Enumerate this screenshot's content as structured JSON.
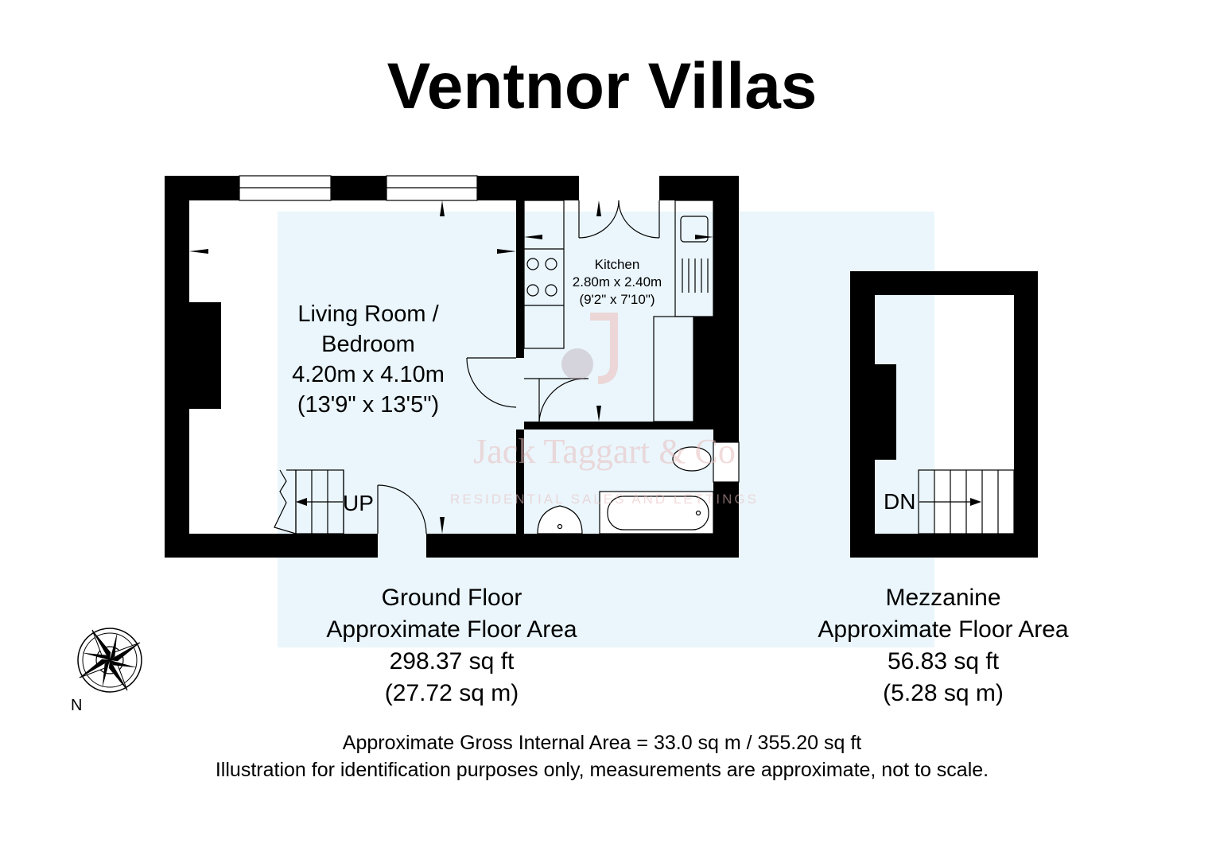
{
  "title": "Ventnor Villas",
  "rooms": {
    "living": {
      "name_line1": "Living Room /",
      "name_line2": "Bedroom",
      "metric": "4.20m x 4.10m",
      "imperial": "(13'9\" x 13'5\")"
    },
    "kitchen": {
      "name": "Kitchen",
      "metric": "2.80m x 2.40m",
      "imperial": "(9'2\" x 7'10\")"
    }
  },
  "stairs": {
    "up_label": "UP",
    "down_label": "DN"
  },
  "floors": {
    "ground": {
      "name": "Ground Floor",
      "area_label": "Approximate Floor Area",
      "sq_ft": "298.37 sq ft",
      "sq_m": "(27.72 sq m)"
    },
    "mezzanine": {
      "name": "Mezzanine",
      "area_label": "Approximate Floor Area",
      "sq_ft": "56.83 sq ft",
      "sq_m": "(5.28 sq m)"
    }
  },
  "compass": {
    "label": "N"
  },
  "footer": {
    "gross_area": "Approximate Gross Internal Area = 33.0 sq m / 355.20 sq ft",
    "disclaimer": "Illustration for identification purposes only, measurements are approximate, not to scale."
  },
  "watermark": {
    "name": "Jack Taggart & Co",
    "tagline": "RESIDENTIAL SALES AND LETTINGS"
  },
  "colors": {
    "wall": "#000000",
    "watermark_panel": "#e6f4fb",
    "watermark_text": "#e8bebe"
  }
}
